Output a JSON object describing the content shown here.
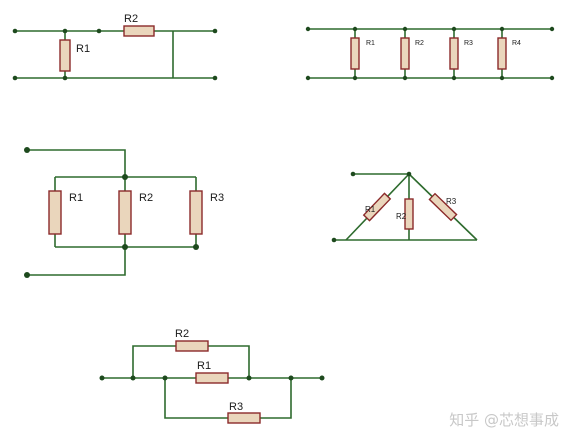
{
  "circuit1": {
    "r1": "R1",
    "r2": "R2"
  },
  "circuit2": {
    "r1": "R1",
    "r2": "R2",
    "r3": "R3",
    "r4": "R4"
  },
  "circuit3": {
    "r1": "R1",
    "r2": "R2",
    "r3": "R3"
  },
  "circuit4": {
    "r1": "R1",
    "r2": "R2",
    "r3": "R3"
  },
  "circuit5": {
    "r1": "R1",
    "r2": "R2",
    "r3": "R3"
  },
  "watermark": "知乎 @芯想事成",
  "colors": {
    "wire": "#2e6b2e",
    "resistor_fill": "#ead6bc",
    "resistor_stroke": "#8b2a2a",
    "node": "#1e4a1e"
  }
}
